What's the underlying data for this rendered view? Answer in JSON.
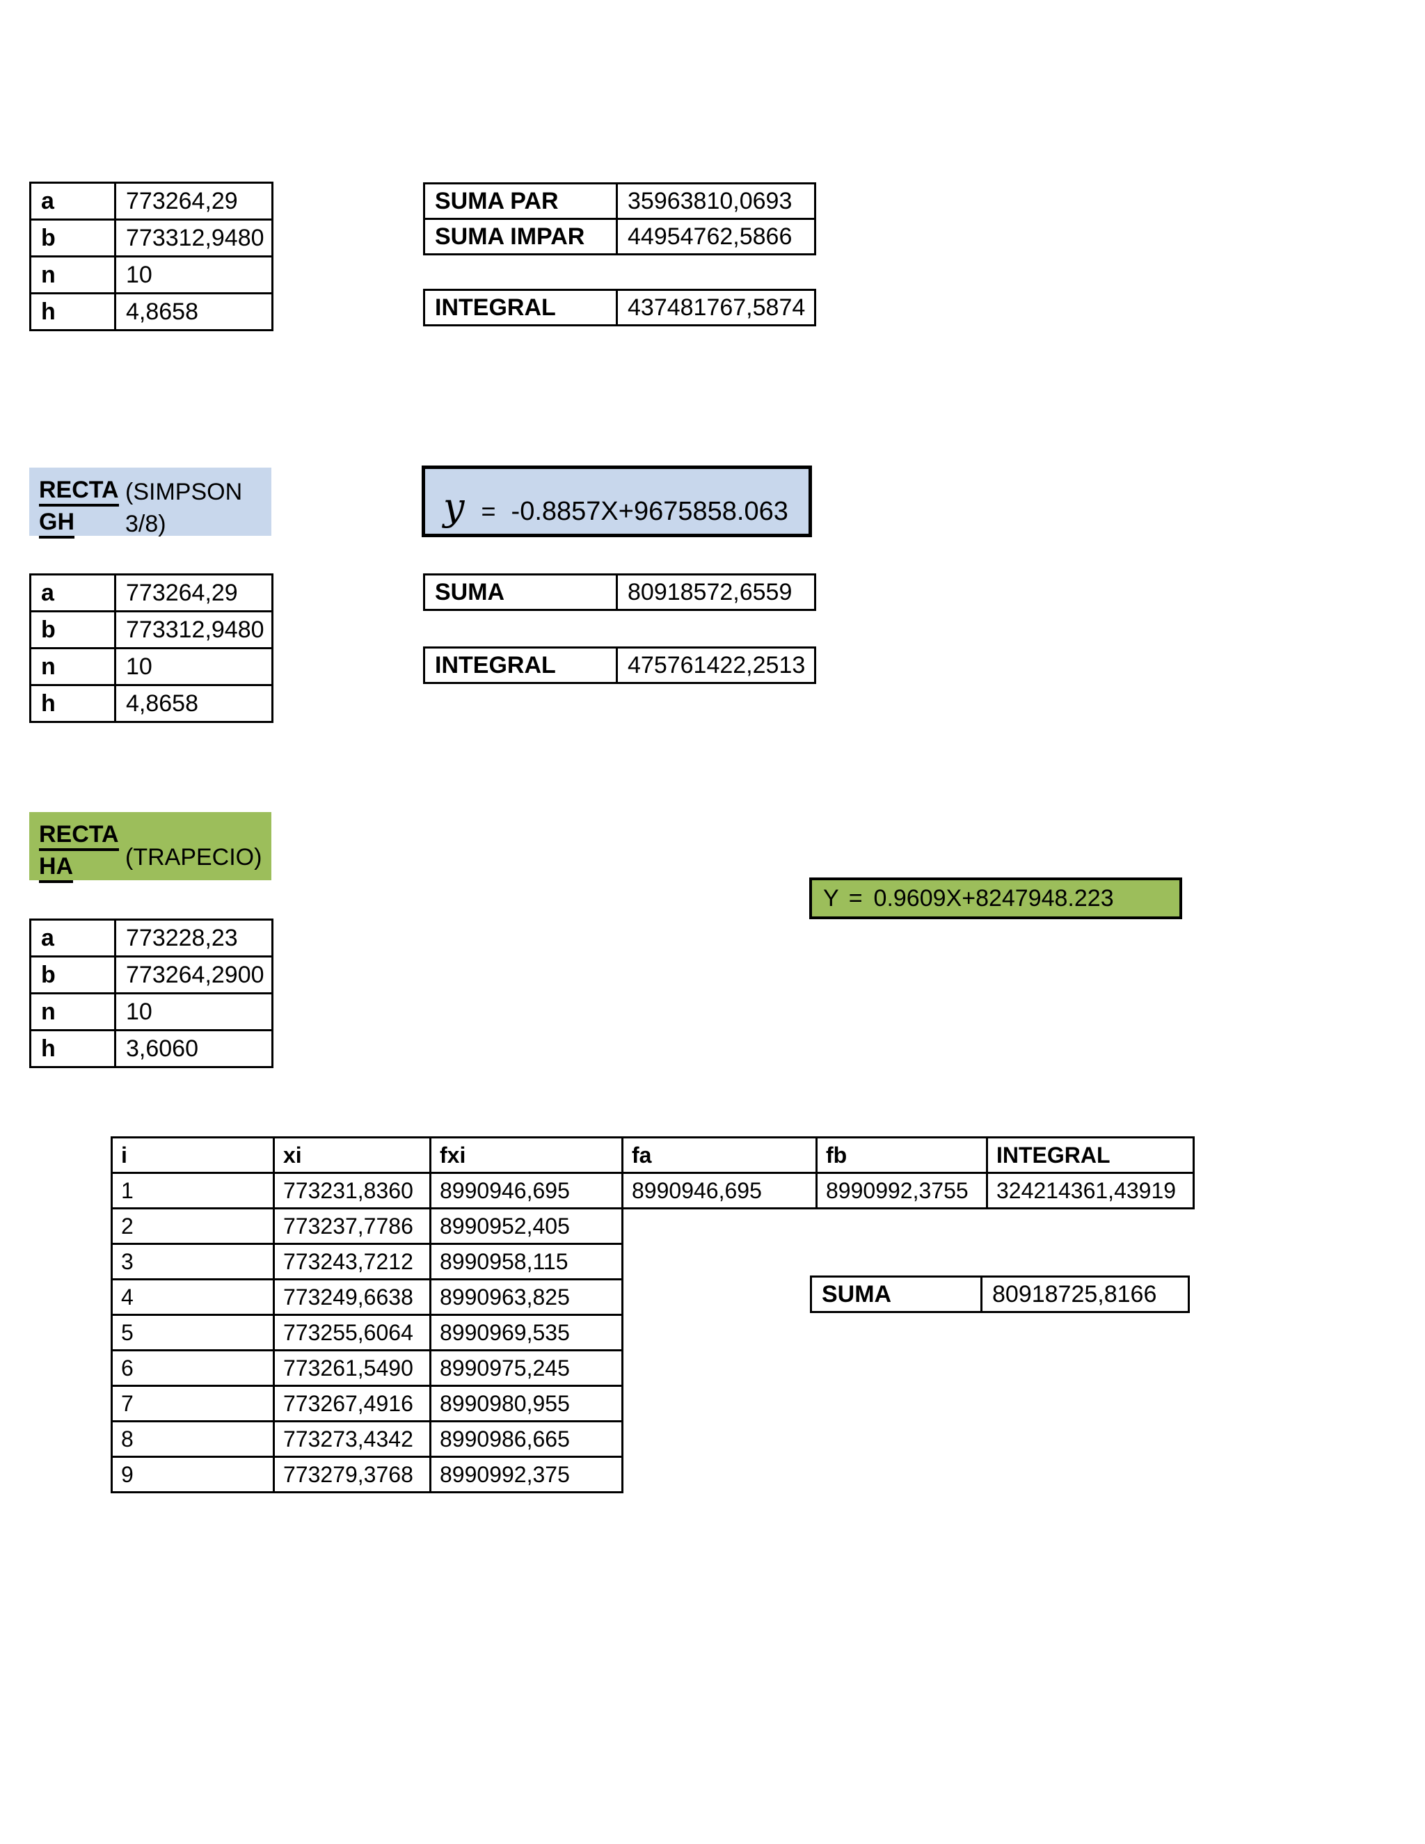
{
  "palette": {
    "blue": "#C8D7EC",
    "green": "#9CBE5B",
    "border": "#000000"
  },
  "section_simpson13": {
    "params": [
      {
        "label": "a",
        "value": "773264,29"
      },
      {
        "label": "b",
        "value": "773312,9480"
      },
      {
        "label": "n",
        "value": "10"
      },
      {
        "label": "h",
        "value": "4,8658"
      }
    ],
    "suma_par_label": "SUMA PAR",
    "suma_par_value": "35963810,0693",
    "suma_impar_label": "SUMA IMPAR",
    "suma_impar_value": "44954762,5866",
    "integral_label": "INTEGRAL",
    "integral_value": "437481767,5874"
  },
  "section_simpson38": {
    "title_word1": "RECTA",
    "title_word2": "GH",
    "title_method": "(SIMPSON 3/8)",
    "equation_lhs": "y",
    "equation_eq": "=",
    "equation_rhs": "-0.8857X+9675858.063",
    "params": [
      {
        "label": "a",
        "value": "773264,29"
      },
      {
        "label": "b",
        "value": "773312,9480"
      },
      {
        "label": "n",
        "value": "10"
      },
      {
        "label": "h",
        "value": "4,8658"
      }
    ],
    "suma_label": "SUMA",
    "suma_value": "80918572,6559",
    "integral_label": "INTEGRAL",
    "integral_value": "475761422,2513"
  },
  "section_trapecio": {
    "title_word1": "RECTA",
    "title_word2": "HA",
    "title_method": "(TRAPECIO)",
    "equation_lhs": "Y",
    "equation_eq": "=",
    "equation_rhs": "0.9609X+8247948.223",
    "params": [
      {
        "label": "a",
        "value": "773228,23"
      },
      {
        "label": "b",
        "value": "773264,2900"
      },
      {
        "label": "n",
        "value": "10"
      },
      {
        "label": "h",
        "value": "3,6060"
      }
    ],
    "table": {
      "headers": [
        "i",
        "xi",
        "fxi",
        "fa",
        "fb",
        "INTEGRAL"
      ],
      "row1": {
        "i": "1",
        "xi": "773231,8360",
        "fxi": "8990946,695",
        "fa": "8990946,695",
        "fb": "8990992,3755",
        "integral": "324214361,43919"
      },
      "rows": [
        {
          "i": "2",
          "xi": "773237,7786",
          "fxi": "8990952,405"
        },
        {
          "i": "3",
          "xi": "773243,7212",
          "fxi": "8990958,115"
        },
        {
          "i": "4",
          "xi": "773249,6638",
          "fxi": "8990963,825"
        },
        {
          "i": "5",
          "xi": "773255,6064",
          "fxi": "8990969,535"
        },
        {
          "i": "6",
          "xi": "773261,5490",
          "fxi": "8990975,245"
        },
        {
          "i": "7",
          "xi": "773267,4916",
          "fxi": "8990980,955"
        },
        {
          "i": "8",
          "xi": "773273,4342",
          "fxi": "8990986,665"
        },
        {
          "i": "9",
          "xi": "773279,3768",
          "fxi": "8990992,375"
        }
      ]
    },
    "suma_label": "SUMA",
    "suma_value": "80918725,8166"
  }
}
